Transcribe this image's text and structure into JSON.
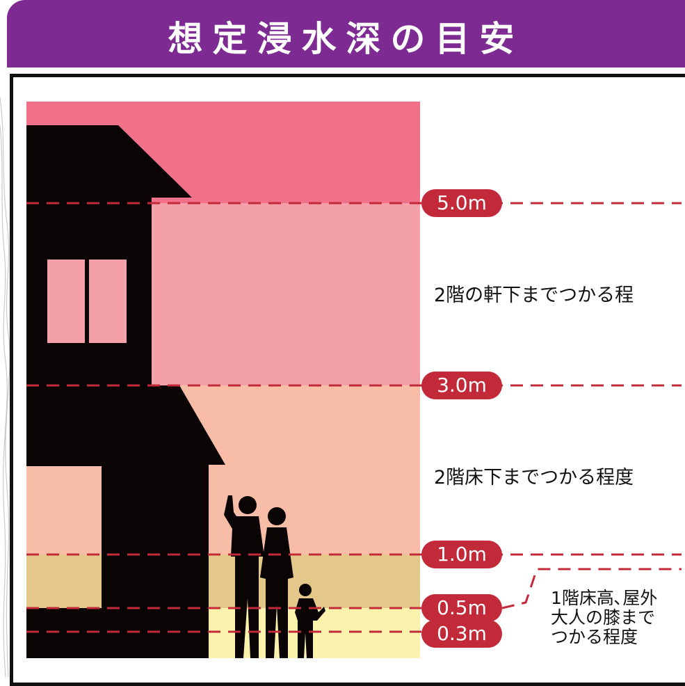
{
  "title": "想定浸水深の目安",
  "levels": [
    {
      "label": "5.0m",
      "depth_m": 5.0
    },
    {
      "label": "3.0m",
      "depth_m": 3.0
    },
    {
      "label": "1.0m",
      "depth_m": 1.0
    },
    {
      "label": "0.5m",
      "depth_m": 0.5
    },
    {
      "label": "0.3m",
      "depth_m": 0.3
    }
  ],
  "descriptions": {
    "above_3m": "2階の軒下までつかる程",
    "above_1m": "2階床下までつかる程度",
    "low_line1": "1階床高､屋外",
    "low_line2": "大人の膝まで",
    "low_line3": "つかる程度"
  },
  "colors": {
    "title_bg": "#7d2a93",
    "badge": "#c22a3a",
    "zone_top": "#f07189",
    "zone_5_3": "#f4a0a8",
    "zone_3_1": "#f8bda6",
    "zone_1_05": "#e4c88a",
    "zone_05_0": "#fbf2ad",
    "silhouette": "#0b0405"
  }
}
